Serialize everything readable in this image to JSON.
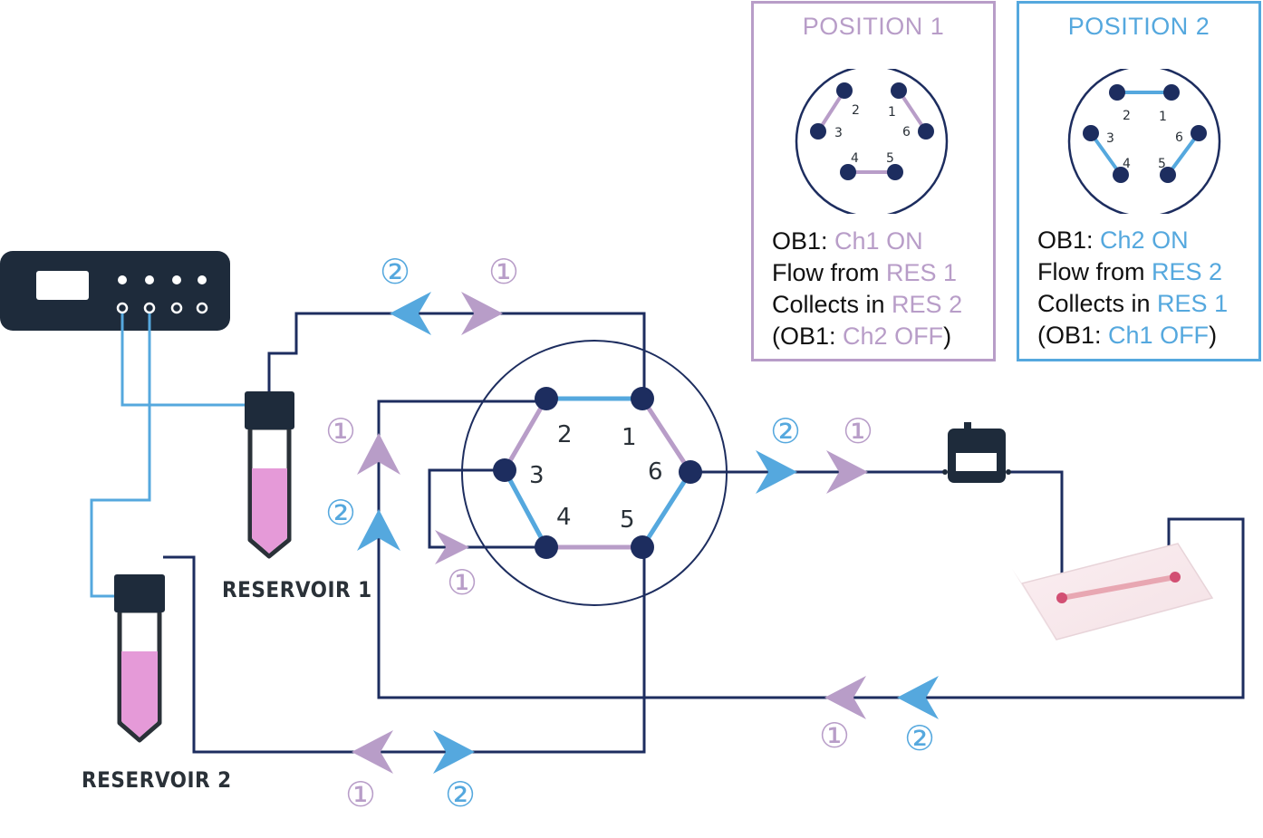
{
  "colors": {
    "navy": "#1d2d5f",
    "lilac": "#b89dc8",
    "blue": "#55a8de",
    "pink": "#e59ad8",
    "controller": "#1e2b3b"
  },
  "reservoirs": {
    "res1_label": "RESERVOIR 1",
    "res2_label": "RESERVOIR 2"
  },
  "valve": {
    "ports": [
      "1",
      "2",
      "3",
      "4",
      "5",
      "6"
    ]
  },
  "markers": {
    "one": "①",
    "two": "②"
  },
  "position1": {
    "title": "POSITION 1",
    "ports": [
      "2",
      "1",
      "3",
      "6",
      "4",
      "5"
    ],
    "line1_prefix": "OB1: ",
    "line1_colored": "Ch1 ON",
    "line2_prefix": "Flow from ",
    "line2_colored": "RES 1",
    "line3_prefix": "Collects in ",
    "line3_colored": "RES 2",
    "line4_prefix": "(OB1: ",
    "line4_colored": "Ch2 OFF",
    "line4_suffix": ")"
  },
  "position2": {
    "title": "POSITION 2",
    "ports": [
      "2",
      "1",
      "3",
      "6",
      "4",
      "5"
    ],
    "line1_prefix": "OB1: ",
    "line1_colored": "Ch2 ON",
    "line2_prefix": "Flow from ",
    "line2_colored": "RES 2",
    "line3_prefix": "Collects in ",
    "line3_colored": "RES 1",
    "line4_prefix": "(OB1: ",
    "line4_colored": "Ch1 OFF",
    "line4_suffix": ")"
  }
}
